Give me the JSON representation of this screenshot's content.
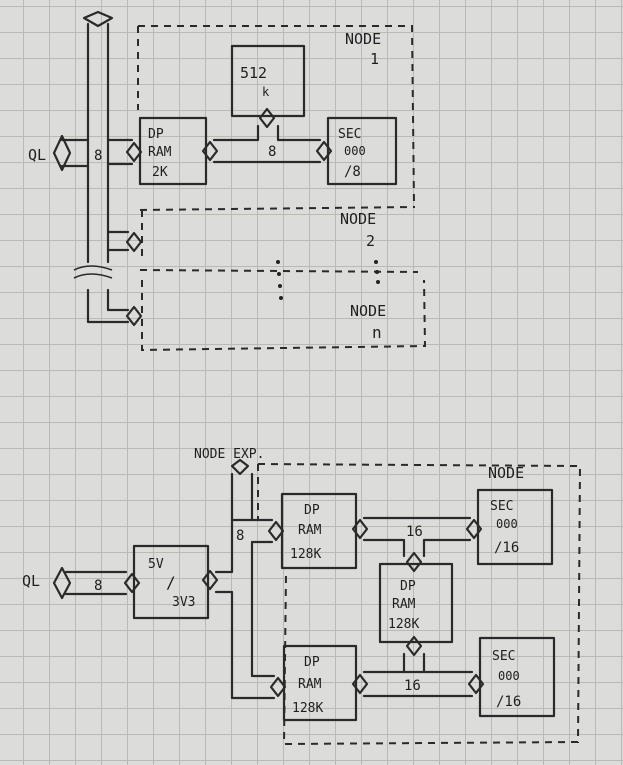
{
  "top": {
    "node1_label": [
      "NODE",
      "1"
    ],
    "node2_label": [
      "NODE",
      "2"
    ],
    "noden_label": [
      "NODE",
      "n"
    ],
    "ql_label": "QL",
    "bus_width_left": "8",
    "bus_width_mid": "8",
    "mem_512": [
      "512",
      "k"
    ],
    "dpram": [
      "DP",
      "RAM",
      "2K"
    ],
    "sec": [
      "SEC",
      "000",
      "/8"
    ]
  },
  "bottom": {
    "node_exp_label": "NODE EXP.",
    "node_label": "NODE",
    "ql_label": "QL",
    "bus_width_ql": "8",
    "bus_width_exp": "8",
    "level_shifter": [
      "5V",
      "/",
      "3V3"
    ],
    "dpram_top": [
      "DP",
      "RAM",
      "128K"
    ],
    "dpram_mid": [
      "DP",
      "RAM",
      "128K"
    ],
    "dpram_bot": [
      "DP",
      "RAM",
      "128K"
    ],
    "sec_top": [
      "SEC",
      "000",
      "/16"
    ],
    "sec_bot": [
      "SEC",
      "000",
      "/16"
    ],
    "bus_width_top": "16",
    "bus_width_bot": "16"
  }
}
